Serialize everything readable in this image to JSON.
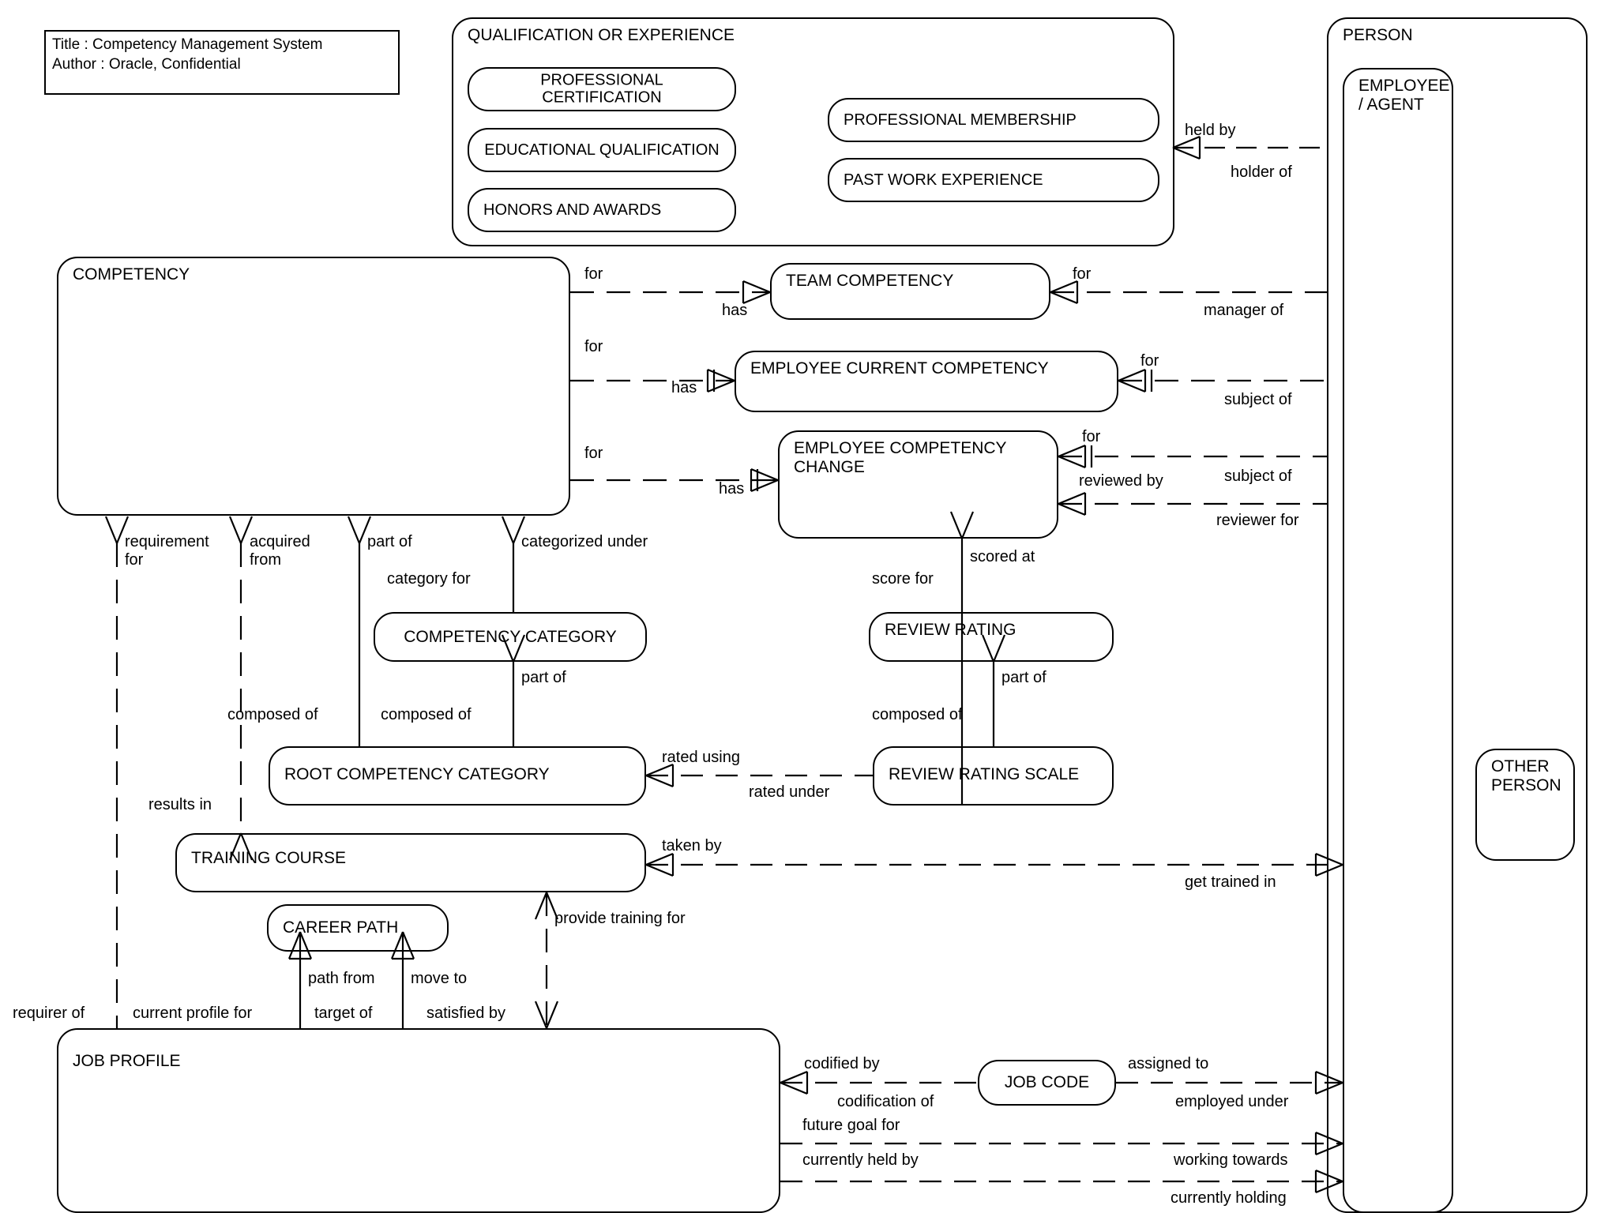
{
  "diagram": {
    "kind": "entity-relationship-diagram",
    "notation": "Oracle Barker / crow's foot"
  },
  "title_block": {
    "title_line": "Title : Competency Management System",
    "author_line": "Author : Oracle, Confidential"
  },
  "entities": {
    "qualification_or_experience": "QUALIFICATION OR EXPERIENCE",
    "professional_certification": "PROFESSIONAL CERTIFICATION",
    "educational_qualification": "EDUCATIONAL QUALIFICATION",
    "honors_and_awards": "HONORS AND AWARDS",
    "professional_membership": "PROFESSIONAL MEMBERSHIP",
    "past_work_experience": "PAST WORK EXPERIENCE",
    "person": "PERSON",
    "employee_agent": "EMPLOYEE\n/ AGENT",
    "other_person": "OTHER\nPERSON",
    "competency": "COMPETENCY",
    "team_competency": "TEAM COMPETENCY",
    "employee_current_competency": "EMPLOYEE CURRENT COMPETENCY",
    "employee_competency_change": "EMPLOYEE COMPETENCY\nCHANGE",
    "competency_category": "COMPETENCY CATEGORY",
    "review_rating": "REVIEW RATING",
    "root_competency_category": "ROOT COMPETENCY CATEGORY",
    "review_rating_scale": "REVIEW RATING SCALE",
    "training_course": "TRAINING COURSE",
    "career_path": "CAREER PATH",
    "job_profile": "JOB PROFILE",
    "job_code": "JOB CODE"
  },
  "relationship_labels": {
    "held_by": "held by",
    "holder_of": "holder of",
    "for_1": "for",
    "has_1": "has",
    "for_team_right": "for",
    "manager_of": "manager of",
    "for_2": "for",
    "has_2": "has",
    "for_ecc_right": "for",
    "subject_of_1": "subject of",
    "for_3": "for",
    "has_3": "has",
    "for_ecch_right": "for",
    "subject_of_2": "subject of",
    "reviewed_by": "reviewed by",
    "reviewer_for": "reviewer for",
    "requirement_for": "requirement\nfor",
    "acquired_from": "acquired\nfrom",
    "part_of_1": "part of",
    "categorized_under": "categorized under",
    "category_for": "category for",
    "part_of_2": "part of",
    "composed_of_1": "composed of",
    "composed_of_2": "composed of",
    "scored_at": "scored at",
    "score_for": "score for",
    "part_of_3": "part of",
    "composed_of_3": "composed of",
    "rated_using": "rated using",
    "rated_under": "rated under",
    "results_in": "results in",
    "taken_by": "taken by",
    "get_trained_in": "get trained in",
    "provide_training_for": "provide training for",
    "path_from": "path from",
    "move_to": "move to",
    "target_of": "target of",
    "satisfied_by": "satisfied by",
    "requirer_of": "requirer of",
    "current_profile_for": "current profile for",
    "codified_by": "codified by",
    "codification_of": "codification of",
    "assigned_to": "assigned to",
    "employed_under": "employed under",
    "future_goal_for": "future goal for",
    "currently_held_by": "currently held by",
    "working_towards": "working towards",
    "currently_holding": "currently holding"
  },
  "colors": {
    "line": "#000000",
    "background": "#ffffff",
    "text": "#000000"
  }
}
